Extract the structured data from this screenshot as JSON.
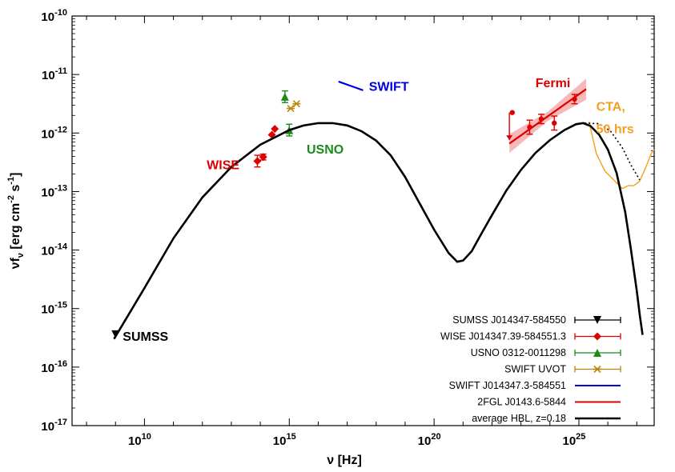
{
  "chart_data": {
    "type": "scatter",
    "xlabel": "ν [Hz]",
    "ylabel": {
      "base": "νf",
      "sub": "ν",
      "unit_pre": " [erg cm",
      "exp1": "-2",
      "mid": " s",
      "exp2": "-1",
      "end": "]"
    },
    "x_scale": "log",
    "y_scale": "log",
    "xlim_log10": [
      7.5,
      27.6
    ],
    "ylim_log10": [
      -17,
      -10
    ],
    "x_ticks": [
      {
        "log": 10,
        "base": "10",
        "exp": "10"
      },
      {
        "log": 15,
        "base": "10",
        "exp": "15"
      },
      {
        "log": 20,
        "base": "10",
        "exp": "20"
      },
      {
        "log": 25,
        "base": "10",
        "exp": "25"
      }
    ],
    "y_ticks": [
      {
        "log": -10,
        "base": "10",
        "exp": "-10"
      },
      {
        "log": -11,
        "base": "10",
        "exp": "-11"
      },
      {
        "log": -12,
        "base": "10",
        "exp": "-12"
      },
      {
        "log": -13,
        "base": "10",
        "exp": "-13"
      },
      {
        "log": -14,
        "base": "10",
        "exp": "-14"
      },
      {
        "log": -15,
        "base": "10",
        "exp": "-15"
      },
      {
        "log": -16,
        "base": "10",
        "exp": "-16"
      },
      {
        "log": -17,
        "base": "10",
        "exp": "-17"
      }
    ],
    "series": [
      {
        "name": "SUMSS J014347-584550",
        "color": "#000000",
        "marker": "triangle-down",
        "points": [
          {
            "x": 9.0,
            "y": -15.44
          }
        ]
      },
      {
        "name": "WISE J014347.39-584551.3",
        "color": "#dd0000",
        "marker": "diamond",
        "points": [
          {
            "x": 13.9,
            "y": -12.48,
            "yerr": 0.1
          },
          {
            "x": 14.1,
            "y": -12.41,
            "yerr": 0.05
          },
          {
            "x": 14.4,
            "y": -12.03
          },
          {
            "x": 14.5,
            "y": -11.93
          }
        ]
      },
      {
        "name": "USNO 0312-0011298",
        "color": "#1a8a1a",
        "marker": "triangle-up",
        "points": [
          {
            "x": 14.85,
            "y": -11.38,
            "yerr": 0.1
          },
          {
            "x": 15.0,
            "y": -11.95,
            "yerr": 0.1
          }
        ]
      },
      {
        "name": "SWIFT UVOT",
        "color": "#b8860b",
        "marker": "star",
        "points": [
          {
            "x": 15.05,
            "y": -11.58
          },
          {
            "x": 15.25,
            "y": -11.5
          }
        ]
      },
      {
        "name": "SWIFT J014347.3-584551",
        "color": "#0000dd",
        "marker": "line",
        "line": [
          {
            "x": 16.7,
            "y": -11.12
          },
          {
            "x": 17.55,
            "y": -11.27
          }
        ]
      },
      {
        "name": "2FGL J0143.6-5844",
        "color": "#dd0000",
        "marker": "circle",
        "points": [
          {
            "x": 22.7,
            "y": -11.65
          },
          {
            "x": 23.3,
            "y": -11.9,
            "yerr": 0.12
          },
          {
            "x": 23.7,
            "y": -11.76,
            "yerr": 0.08
          },
          {
            "x": 24.15,
            "y": -11.83,
            "yerr": 0.12
          },
          {
            "x": 24.85,
            "y": -11.42,
            "yerr": 0.08
          }
        ],
        "upper_limit": {
          "x": 22.6,
          "y": -11.65,
          "to": -12.12
        },
        "fit": [
          {
            "x": 22.6,
            "y": -12.18
          },
          {
            "x": 25.25,
            "y": -11.25
          }
        ],
        "band_halfwidth": [
          0.16,
          0.08,
          0.18
        ]
      },
      {
        "name": "average HBL, z=0.18",
        "color": "#000000",
        "marker": "line",
        "curve": [
          [
            8.95,
            -15.52
          ],
          [
            10,
            -14.65
          ],
          [
            11,
            -13.8
          ],
          [
            12,
            -13.1
          ],
          [
            13,
            -12.58
          ],
          [
            14,
            -12.2
          ],
          [
            15,
            -11.95
          ],
          [
            15.5,
            -11.87
          ],
          [
            16,
            -11.83
          ],
          [
            16.5,
            -11.83
          ],
          [
            17,
            -11.87
          ],
          [
            17.5,
            -11.97
          ],
          [
            18,
            -12.13
          ],
          [
            18.5,
            -12.38
          ],
          [
            19,
            -12.75
          ],
          [
            19.5,
            -13.2
          ],
          [
            20,
            -13.65
          ],
          [
            20.5,
            -14.05
          ],
          [
            20.8,
            -14.2
          ],
          [
            21,
            -14.18
          ],
          [
            21.3,
            -14.02
          ],
          [
            21.6,
            -13.75
          ],
          [
            22,
            -13.4
          ],
          [
            22.5,
            -12.98
          ],
          [
            23,
            -12.63
          ],
          [
            23.5,
            -12.34
          ],
          [
            24,
            -12.12
          ],
          [
            24.5,
            -11.95
          ],
          [
            24.9,
            -11.85
          ],
          [
            25.15,
            -11.83
          ],
          [
            25.4,
            -11.88
          ],
          [
            25.7,
            -12.03
          ],
          [
            26,
            -12.28
          ],
          [
            26.3,
            -12.68
          ],
          [
            26.6,
            -13.35
          ],
          [
            26.8,
            -14.0
          ],
          [
            27.0,
            -14.7
          ],
          [
            27.1,
            -15.1
          ],
          [
            27.2,
            -15.45
          ]
        ],
        "extension_dotted": [
          [
            25.2,
            -11.83
          ],
          [
            25.7,
            -11.84
          ],
          [
            26.1,
            -11.97
          ],
          [
            26.5,
            -12.25
          ],
          [
            26.8,
            -12.55
          ],
          [
            27.1,
            -12.8
          ]
        ]
      }
    ],
    "cta_curve": {
      "name": "CTA, 50 hrs",
      "color": "#f5a020",
      "points": [
        [
          25.35,
          -11.8
        ],
        [
          25.6,
          -12.35
        ],
        [
          25.9,
          -12.65
        ],
        [
          26.1,
          -12.75
        ],
        [
          26.3,
          -12.85
        ],
        [
          26.5,
          -12.95
        ],
        [
          26.7,
          -12.9
        ],
        [
          26.9,
          -12.9
        ],
        [
          27.1,
          -12.82
        ],
        [
          27.3,
          -12.6
        ],
        [
          27.5,
          -12.35
        ],
        [
          27.6,
          -12.28
        ]
      ]
    },
    "annotations": [
      {
        "text": "SUMSS",
        "color": "#000000",
        "x": 9.25,
        "y": -15.55
      },
      {
        "text": "WISE",
        "color": "#dd0000",
        "x": 12.15,
        "y": -12.62
      },
      {
        "text": "USNO",
        "color": "#1a8a1a",
        "x": 15.6,
        "y": -12.35
      },
      {
        "text": "SWIFT",
        "color": "#0000dd",
        "x": 17.75,
        "y": -11.28
      },
      {
        "text": "Fermi",
        "color": "#dd0000",
        "x": 23.5,
        "y": -11.22
      },
      {
        "text": "CTA,",
        "color": "#f5a020",
        "x": 25.6,
        "y": -11.62
      },
      {
        "text": "50 hrs",
        "color": "#f5a020",
        "x": 25.6,
        "y": -12.0
      }
    ],
    "legend": {
      "position": "bottom-right",
      "entries": [
        {
          "label": "SUMSS J014347-584550",
          "color": "#000000",
          "marker": "triangle-down",
          "errbar": true
        },
        {
          "label": "WISE J014347.39-584551.3",
          "color": "#dd0000",
          "marker": "diamond",
          "errbar": true
        },
        {
          "label": "USNO 0312-0011298",
          "color": "#1a8a1a",
          "marker": "triangle-up",
          "errbar": true
        },
        {
          "label": "SWIFT UVOT",
          "color": "#b8860b",
          "marker": "star",
          "errbar": true
        },
        {
          "label": "SWIFT J014347.3-584551",
          "color": "#0000dd",
          "marker": "line",
          "errbar": false
        },
        {
          "label": "2FGL J0143.6-5844",
          "color": "#dd0000",
          "marker": "line",
          "errbar": false
        },
        {
          "label": "average HBL, z=0.18",
          "color": "#000000",
          "marker": "thickline",
          "errbar": false
        }
      ]
    }
  }
}
